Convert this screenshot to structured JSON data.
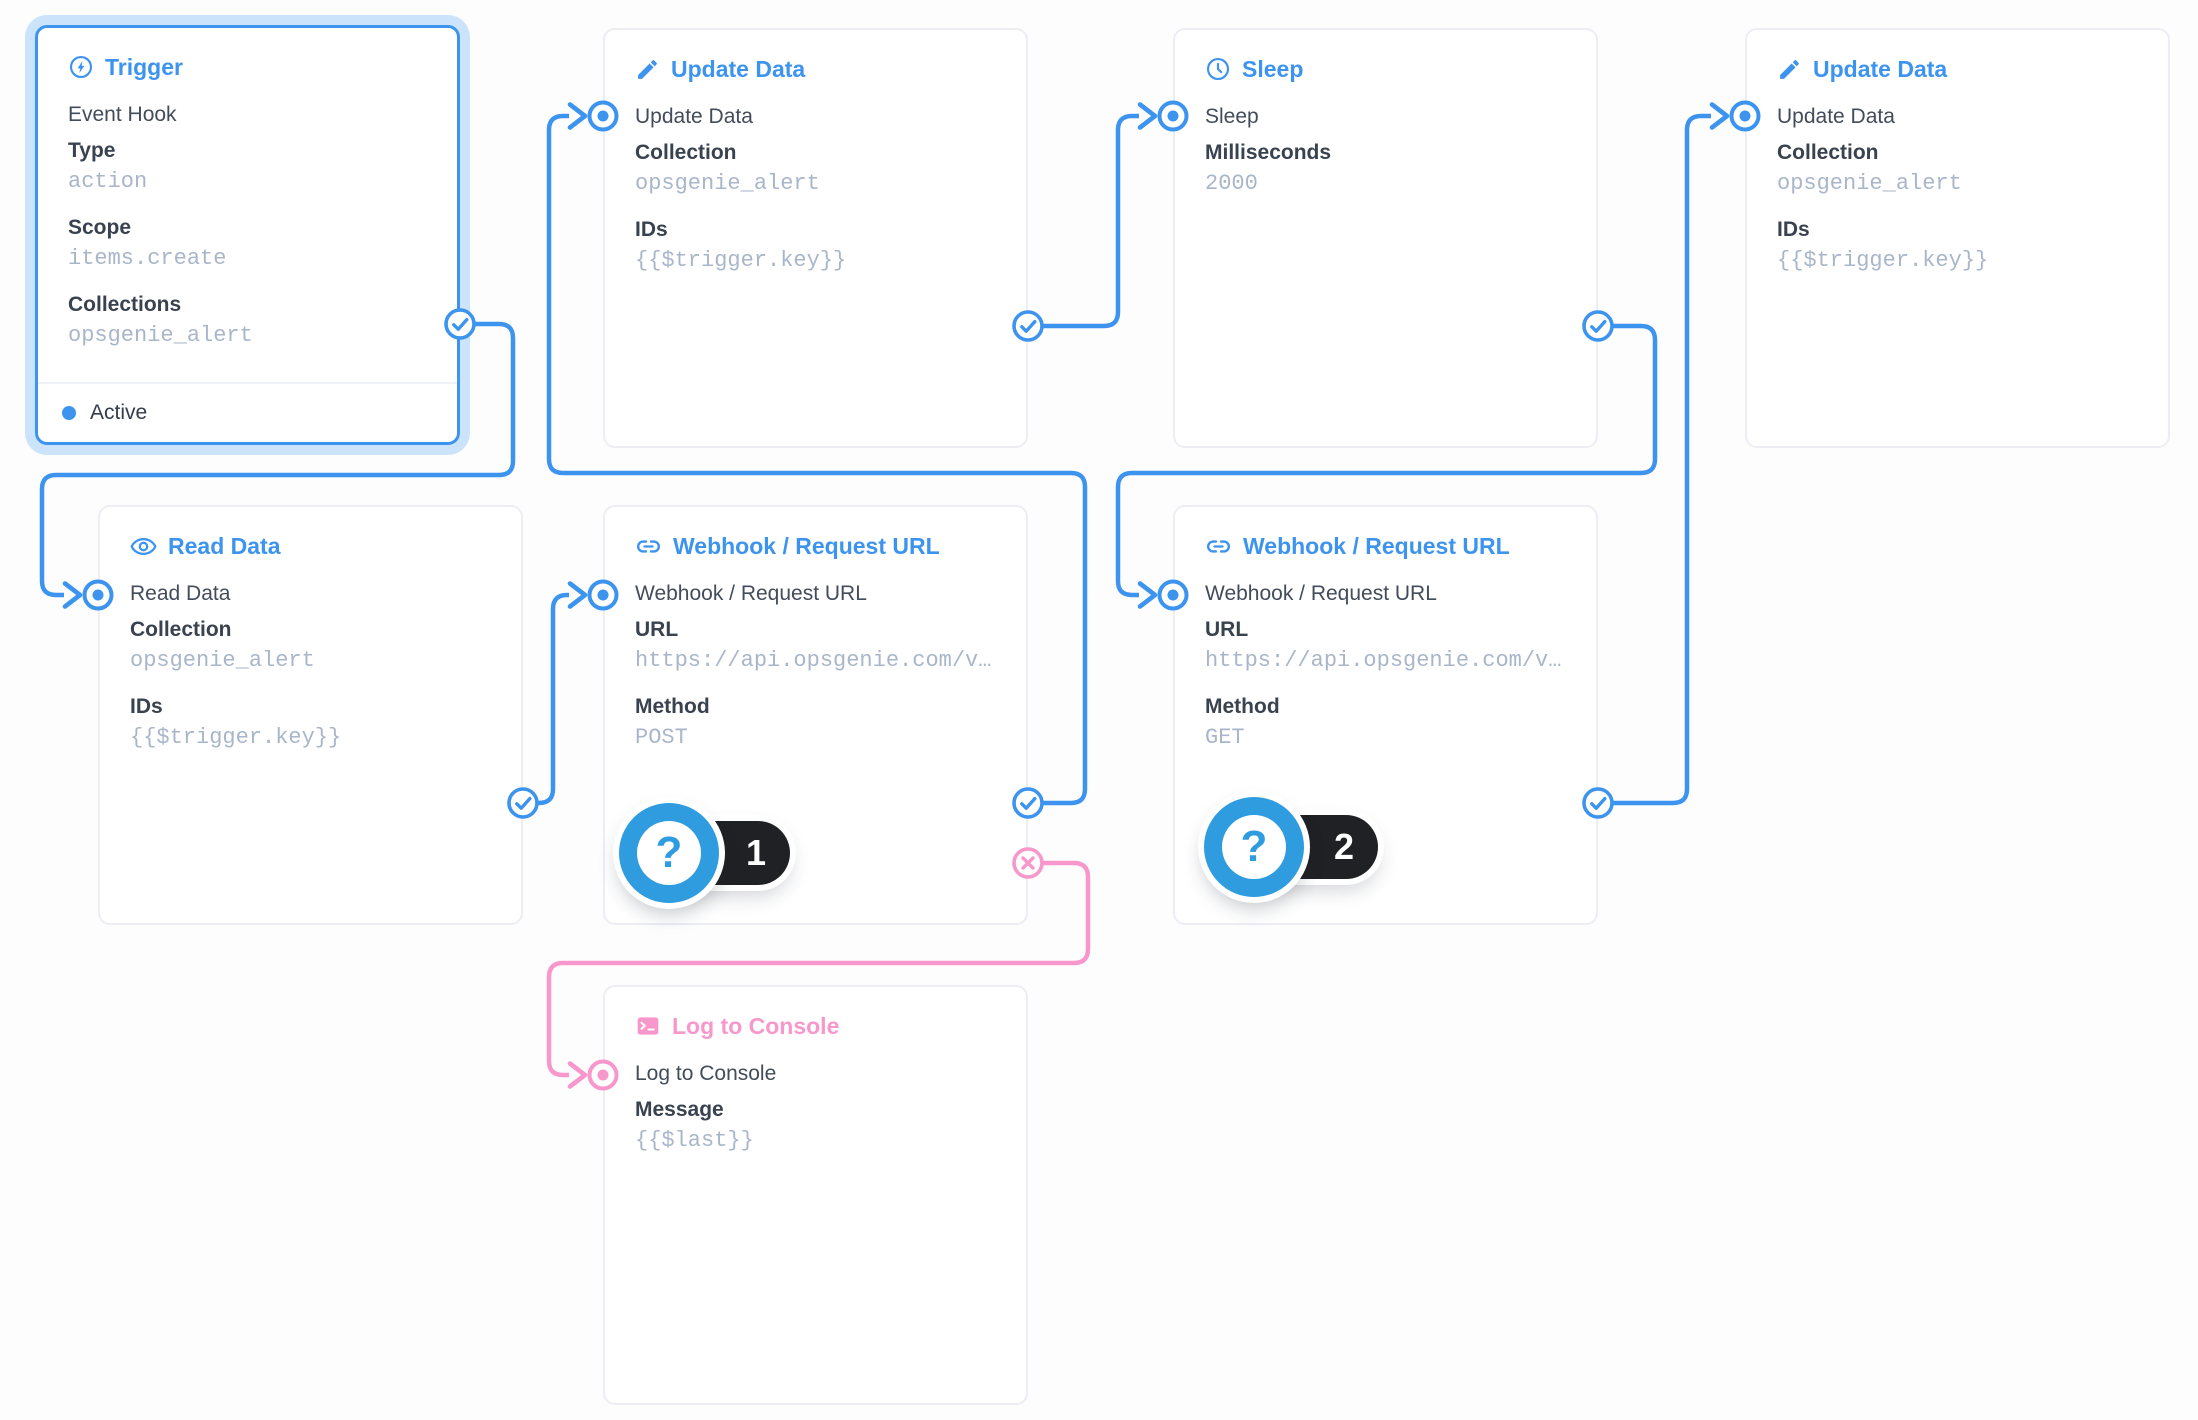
{
  "ui": {
    "question_glyph": "?"
  },
  "colors": {
    "accent_blue": "#3d94ef",
    "accent_pink": "#f797cc",
    "badge_blue": "#2f9ce0",
    "label_dark": "#39424f",
    "port_label_gray": "#434c5b",
    "value_gray": "#a9b6ca",
    "card_border": "#eceef3",
    "badge_pill_black": "#202124",
    "selection_glow": "#cce4fb"
  },
  "nodes": {
    "trigger": {
      "title": "Trigger",
      "icon": "bolt-circle-icon",
      "port_label": "Event Hook",
      "fields": [
        {
          "label": "Type",
          "value": "action"
        },
        {
          "label": "Scope",
          "value": "items.create"
        },
        {
          "label": "Collections",
          "value": "opsgenie_alert"
        }
      ],
      "status": "Active",
      "selected": true
    },
    "update1": {
      "title": "Update Data",
      "icon": "pencil-icon",
      "port_label": "Update Data",
      "fields": [
        {
          "label": "Collection",
          "value": "opsgenie_alert"
        },
        {
          "label": "IDs",
          "value": "{{$trigger.key}}"
        }
      ]
    },
    "sleep": {
      "title": "Sleep",
      "icon": "clock-icon",
      "port_label": "Sleep",
      "fields": [
        {
          "label": "Milliseconds",
          "value": "2000"
        }
      ]
    },
    "update2": {
      "title": "Update Data",
      "icon": "pencil-icon",
      "port_label": "Update Data",
      "fields": [
        {
          "label": "Collection",
          "value": "opsgenie_alert"
        },
        {
          "label": "IDs",
          "value": "{{$trigger.key}}"
        }
      ]
    },
    "read": {
      "title": "Read Data",
      "icon": "eye-icon",
      "port_label": "Read Data",
      "fields": [
        {
          "label": "Collection",
          "value": "opsgenie_alert"
        },
        {
          "label": "IDs",
          "value": "{{$trigger.key}}"
        }
      ]
    },
    "webhook_post": {
      "title": "Webhook / Request URL",
      "icon": "link-icon",
      "port_label": "Webhook / Request URL",
      "fields": [
        {
          "label": "URL",
          "value": "https://api.opsgenie.com/v…"
        },
        {
          "label": "Method",
          "value": "POST"
        }
      ],
      "badge_count": "1"
    },
    "webhook_get": {
      "title": "Webhook / Request URL",
      "icon": "link-icon",
      "port_label": "Webhook / Request URL",
      "fields": [
        {
          "label": "URL",
          "value": "https://api.opsgenie.com/v…"
        },
        {
          "label": "Method",
          "value": "GET"
        }
      ],
      "badge_count": "2"
    },
    "log": {
      "title": "Log to Console",
      "icon": "terminal-icon",
      "port_label": "Log to Console",
      "fields": [
        {
          "label": "Message",
          "value": "{{$last}}"
        }
      ]
    }
  },
  "connections": [
    {
      "from": "trigger",
      "port": "resolve",
      "to": "read"
    },
    {
      "from": "read",
      "port": "resolve",
      "to": "webhook_post"
    },
    {
      "from": "webhook_post",
      "port": "resolve",
      "to": "update1"
    },
    {
      "from": "update1",
      "port": "resolve",
      "to": "sleep"
    },
    {
      "from": "sleep",
      "port": "resolve",
      "to": "webhook_get"
    },
    {
      "from": "webhook_get",
      "port": "resolve",
      "to": "update2"
    },
    {
      "from": "webhook_post",
      "port": "reject",
      "to": "log"
    }
  ]
}
